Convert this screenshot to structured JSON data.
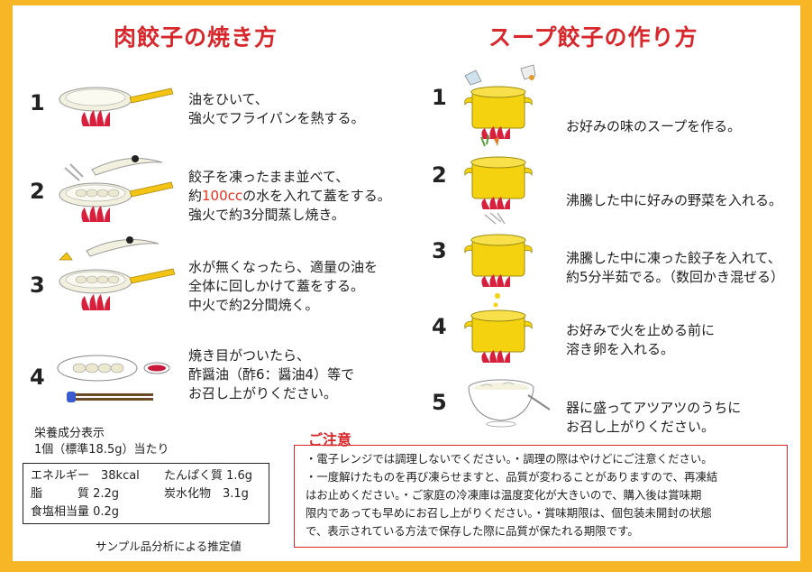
{
  "left_title": "肉餃子の焼き方",
  "right_title": "スープ餃子の作り方",
  "left_steps": [
    {
      "num": "1",
      "lines": [
        "油をひいて、",
        "強火でフライパンを熱する。"
      ]
    },
    {
      "num": "2",
      "line1_pre": "餃子を凍ったまま並べて、",
      "line2_pre": "約",
      "line2_accent": "100cc",
      "line2_post": "の水を入れて蓋をする。",
      "line3": "強火で約3分間蒸し焼き。"
    },
    {
      "num": "3",
      "lines": [
        "水が無くなったら、適量の油を",
        "全体に回しかけて蓋をする。",
        "中火で約2分間焼く。"
      ]
    },
    {
      "num": "4",
      "lines": [
        "焼き目がついたら、",
        "酢醤油（酢6：醤油4）等で",
        "お召し上がりください。"
      ]
    }
  ],
  "right_steps": [
    {
      "num": "1",
      "lines": [
        "お好みの味のスープを作る。"
      ]
    },
    {
      "num": "2",
      "lines": [
        "沸騰した中に好みの野菜を入れる。"
      ]
    },
    {
      "num": "3",
      "lines": [
        "沸騰した中に凍った餃子を入れて、",
        "約5分半茹でる。（数回かき混ぜる）"
      ]
    },
    {
      "num": "4",
      "lines": [
        "お好みで火を止める前に",
        "溶き卵を入れる。"
      ]
    },
    {
      "num": "5",
      "lines": [
        "器に盛ってアツアツのうちに",
        "お召し上がりください。"
      ]
    }
  ],
  "nutrition": {
    "heading": "栄養成分表示",
    "serving": "1個（標準18.5g）当たり",
    "rows": [
      [
        "エネルギー　38kcal",
        "たんぱく質 1.6g"
      ],
      [
        "脂　　　質 2.2g",
        "炭水化物　3.1g"
      ],
      [
        "食塩相当量 0.2g",
        ""
      ]
    ],
    "note": "サンプル品分析による推定値"
  },
  "caution": {
    "title": "ご注意",
    "lines": [
      "・電子レンジでは調理しないでください。・調理の際はやけどにご注意ください。",
      "・一度解けたものを再び凍らせますと、品質が変わることがありますので、再凍結",
      "はお止めください。・ご家庭の冷凍庫は温度変化が大きいので、購入後は賞味期",
      "限内であっても早めにお召し上がりください。・賞味期限は、個包装未開封の状態",
      "で、表示されている方法で保存した際に品質が保たれる期限です。"
    ]
  },
  "colors": {
    "accent": "#d8262a",
    "border": "#f6b626",
    "pan": "#f2f0de",
    "pot": "#f4d20f",
    "flame": "#d81f3c"
  },
  "icons": [
    "frying-pan-icon",
    "pot-icon",
    "flame-icon",
    "soup-bowl-icon",
    "chopsticks-icon",
    "dipping-sauce-icon"
  ]
}
